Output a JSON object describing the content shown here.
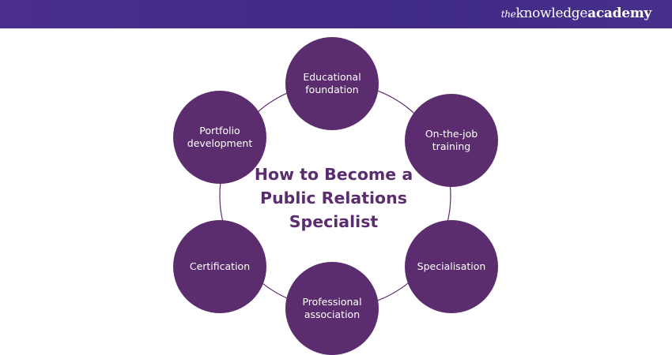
{
  "brand": {
    "the": "the",
    "knowledge": "knowledge",
    "academy": "academy"
  },
  "title": "How to Become a Public Relations Specialist",
  "steps": [
    "Educational foundation",
    "On-the-job training",
    "Specialisation",
    "Professional association",
    "Certification",
    "Portfolio development"
  ],
  "colors": {
    "header": "#4a2f8e",
    "node": "#5b2d6f",
    "title": "#5b2d6f"
  }
}
